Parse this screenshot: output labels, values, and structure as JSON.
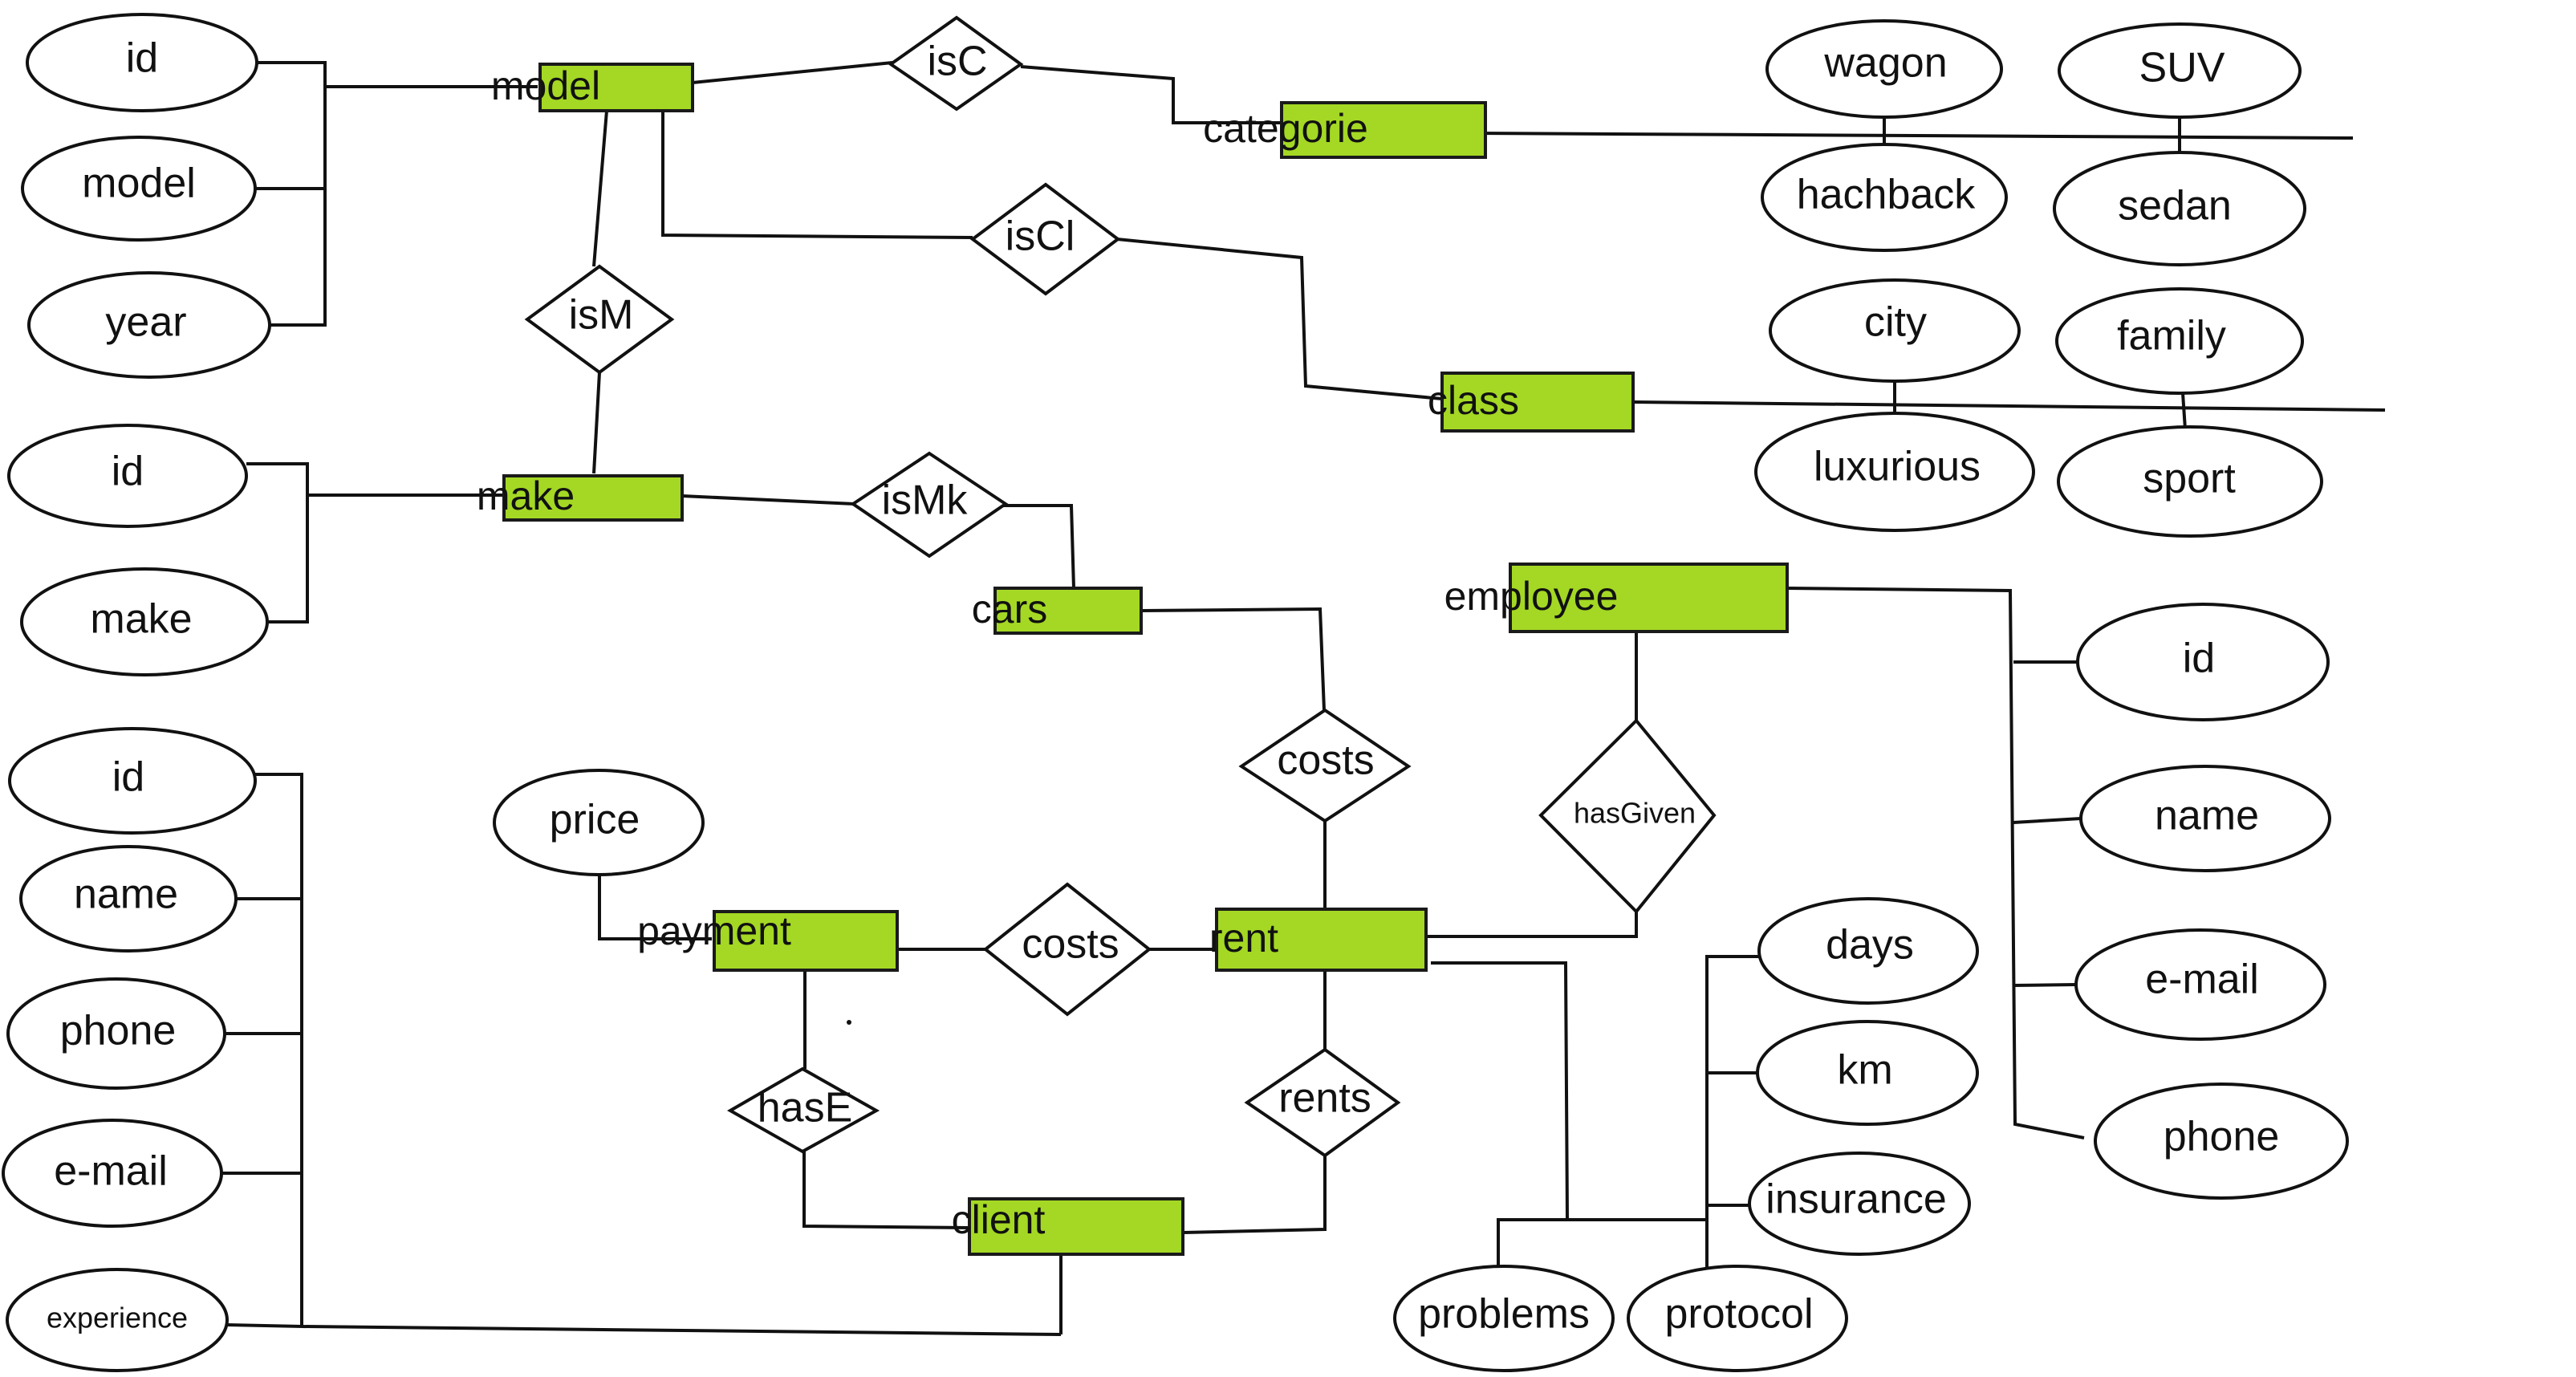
{
  "entities": {
    "model": "model",
    "categorie": "categorie",
    "class": "class",
    "make": "make",
    "cars": "cars",
    "employee": "employee",
    "payment": "payment",
    "rent": "rent",
    "client": "client"
  },
  "relationships": {
    "isC": "isC",
    "isCl": "isCl",
    "isM": "isM",
    "isMk": "isMk",
    "costs_cars": "costs",
    "hasGiven": "hasGiven",
    "costs_payment": "costs",
    "hasE": "hasE",
    "rents": "rents"
  },
  "attributes": {
    "model_id": "id",
    "model_model": "model",
    "model_year": "year",
    "make_id": "id",
    "make_make": "make",
    "client_id": "id",
    "client_name": "name",
    "client_phone": "phone",
    "client_email": "e-mail",
    "client_experience": "experience",
    "price": "price",
    "wagon": "wagon",
    "suv": "SUV",
    "hachback": "hachback",
    "sedan": "sedan",
    "city": "city",
    "family": "family",
    "luxurious": "luxurious",
    "sport": "sport",
    "employee_id": "id",
    "employee_name": "name",
    "employee_email": "e-mail",
    "employee_phone": "phone",
    "days": "days",
    "km": "km",
    "insurance": "insurance",
    "problems": "problems",
    "protocol": "protocol"
  },
  "colors": {
    "entity_fill": "#a4d824",
    "stroke": "#111111",
    "background": "#ffffff"
  }
}
